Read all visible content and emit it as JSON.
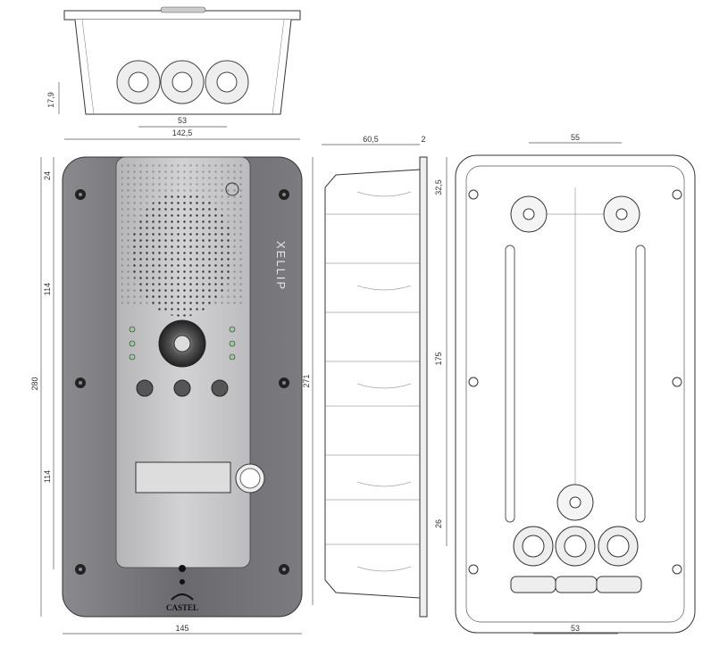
{
  "brand": {
    "product_name": "XELLIP",
    "logo_text": "CASTEL"
  },
  "top_view": {
    "dims": {
      "height": "17,9",
      "gland_spacing": "53",
      "width": "142,5"
    }
  },
  "front_view": {
    "dims": {
      "top_offset": "24",
      "upper_spacing": "114",
      "total_height": "280",
      "lower_spacing": "114",
      "width": "145"
    }
  },
  "side_view": {
    "dims": {
      "depth": "60,5",
      "plate": "2",
      "height": "271"
    }
  },
  "back_view": {
    "dims": {
      "top_spacing": "55",
      "top_offset": "32,5",
      "vertical_spacing": "175",
      "bottom_offset": "26",
      "bottom_spacing": "53"
    }
  },
  "colors": {
    "panel_dark": "#6f6f73",
    "panel_light": "#c9c9cc",
    "line": "#333333"
  }
}
